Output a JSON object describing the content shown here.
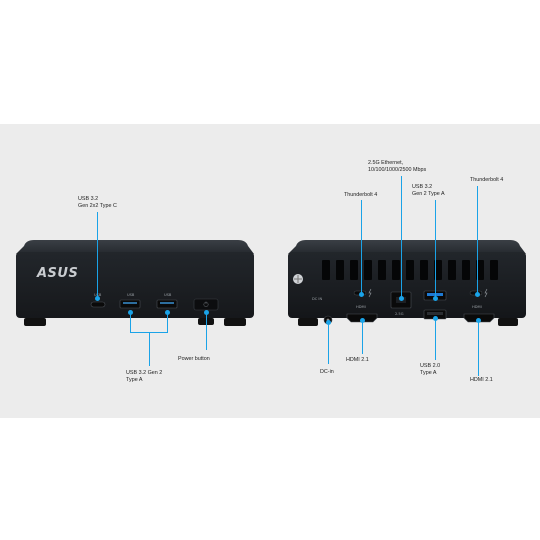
{
  "colors": {
    "background": "#ececec",
    "leader": "#1aa3e8",
    "device": "#1c1f23"
  },
  "front_view": {
    "brand_logo": "ASUS",
    "port_markings": {
      "usbc": "USB",
      "usba_left": "USB",
      "usba_right": "USB"
    },
    "labels": {
      "usbc": "USB 3.2\nGen 2x2 Type C",
      "usba": "USB 3.2 Gen 2\nType A",
      "power": "Power button"
    }
  },
  "rear_view": {
    "port_markings": {
      "dc": "DC IN",
      "hdmi_left": "HDMI",
      "hdmi_right": "HDMI",
      "ethernet_speed": "2.5G"
    },
    "labels": {
      "ethernet": "2.5G Ethernet,\n10/100/1000/2500 Mbps",
      "usb32_typea": "USB 3.2\nGen 2 Type A",
      "tb4_left": "Thunderbolt 4",
      "tb4_right": "Thunderbolt 4",
      "dc_in": "DC-in",
      "hdmi_left": "HDMI 2.1",
      "usb20": "USB 2.0\nType A",
      "hdmi_right": "HDMI 2.1"
    }
  }
}
